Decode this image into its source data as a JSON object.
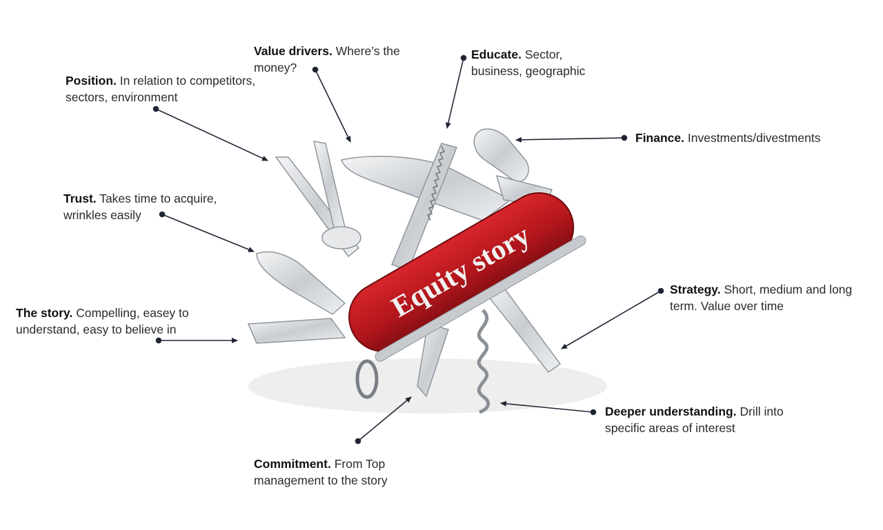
{
  "knife_label": "Equity story",
  "callouts": [
    {
      "id": "value-drivers",
      "title": "Value drivers.",
      "text": "Where’s the money?"
    },
    {
      "id": "educate",
      "title": "Educate.",
      "text": "Sector, business, geographic"
    },
    {
      "id": "position",
      "title": "Position.",
      "text": "In relation to competitors, sectors, environment"
    },
    {
      "id": "finance",
      "title": "Finance.",
      "text": "Investments/divestments"
    },
    {
      "id": "trust",
      "title": "Trust.",
      "text": "Takes time to acquire, wrinkles easily"
    },
    {
      "id": "the-story",
      "title": "The story.",
      "text": "Compelling, easey to understand, easy to believe in"
    },
    {
      "id": "strategy",
      "title": "Strategy.",
      "text": "Short, medium and long term. Value over time"
    },
    {
      "id": "deeper-understanding",
      "title": "Deeper understanding.",
      "text": "Drill into specific areas of interest"
    },
    {
      "id": "commitment",
      "title": "Commitment.",
      "text": "From Top management to the story"
    }
  ],
  "colors": {
    "knife_red": "#b3161c",
    "knife_red_dark": "#7e0d12",
    "steel": "#d9dcdf",
    "steel_dark": "#9aa0a6",
    "arrow": "#1f2533"
  }
}
